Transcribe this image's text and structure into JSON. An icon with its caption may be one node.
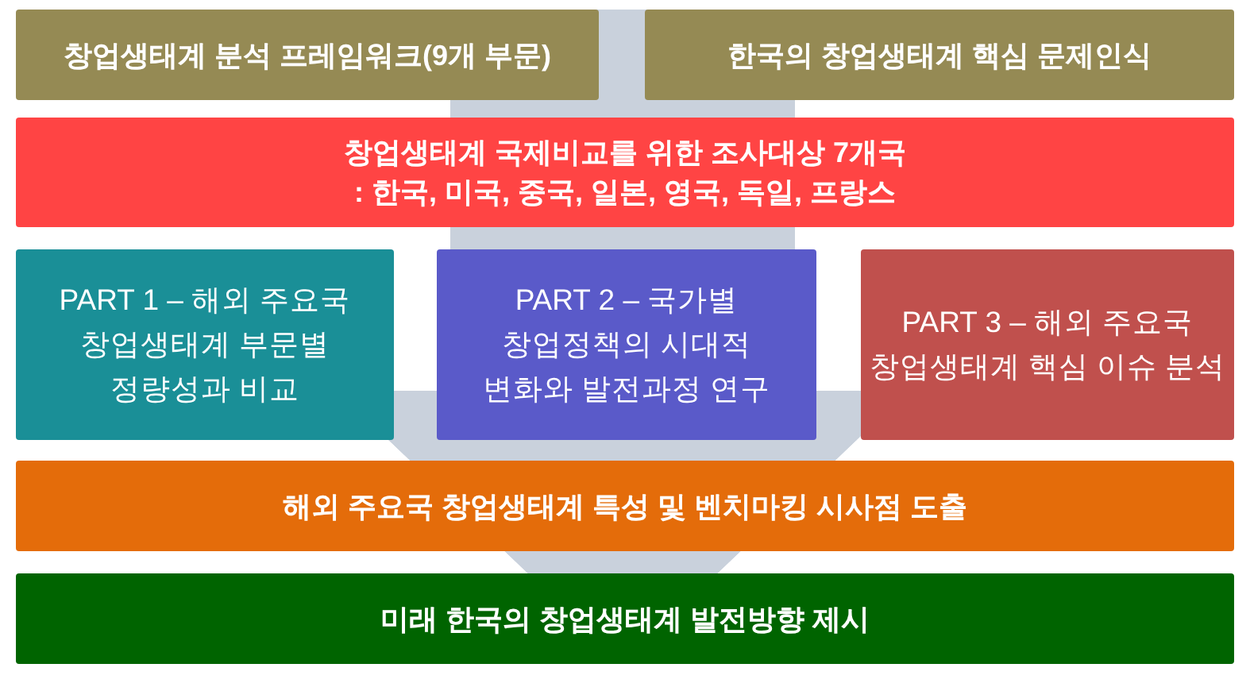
{
  "diagram": {
    "nodes": [
      {
        "text": [
          "창업생태계 분석 프레임워크(9개 부문)"
        ]
      },
      {
        "text": [
          "한국의 창업생태계 핵심 문제인식"
        ]
      },
      {
        "text": [
          "창업생태계 국제비교를 위한 조사대상 7개국",
          ": 한국, 미국, 중국, 일본, 영국, 독일, 프랑스"
        ]
      },
      {
        "text": [
          "PART 1 – 해외 주요국 창업생태계 부문별 정량성과 비교"
        ]
      },
      {
        "text": [
          "PART 2 – 국가별 창업정책의 시대적 변화와 발전과정 연구"
        ]
      },
      {
        "text": [
          "PART 3 – 해외 주요국 창업생태계 핵심 이슈 분석"
        ]
      },
      {
        "text": [
          "해외 주요국 창업생태계 특성 및 벤치마킹 시사점 도출"
        ]
      },
      {
        "text": [
          "미래 한국의 창업생태계 발전방향 제시"
        ]
      }
    ],
    "edges": [
      {
        "from": null,
        "to": 7,
        "arrow": "to",
        "color": "#c9d1dc"
      }
    ]
  }
}
